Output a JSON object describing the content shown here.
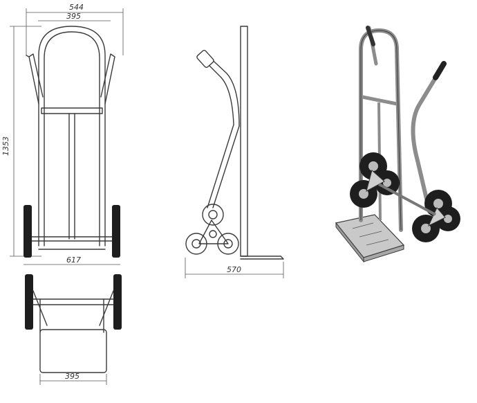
{
  "dimensions": {
    "overall_width": "544",
    "handle_width": "395",
    "height": "1353",
    "wheel_track": "617",
    "plate_width": "395",
    "depth": "570"
  },
  "colors": {
    "line": "#3a3a3a",
    "metal": "#b7b7b7",
    "tire": "#1e1e1e",
    "plate": "#c9c9c9"
  }
}
